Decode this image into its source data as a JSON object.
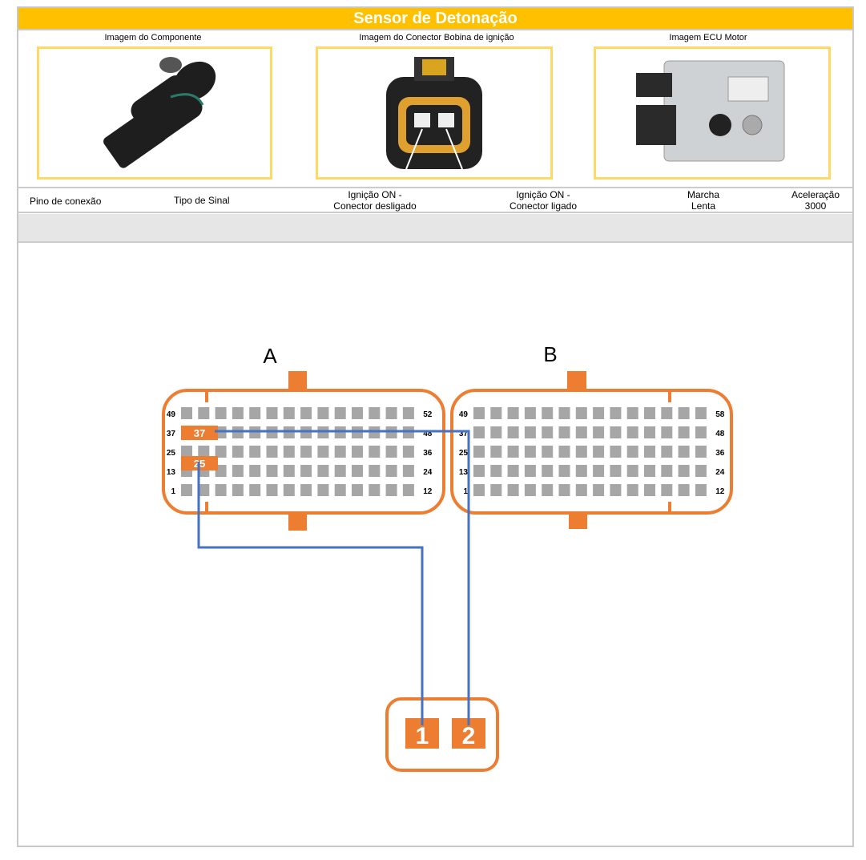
{
  "title": "Sensor de Detonação",
  "images": {
    "component": "Imagem do Componente",
    "connector": "Imagem do Conector Bobina de ignição",
    "ecu": "Imagem ECU Motor"
  },
  "table_header": {
    "pin": "Pino de conexão",
    "signal": "Tipo de Sinal",
    "ign_off_l1": "Ignição ON -",
    "ign_off_l2": "Conector desligado",
    "ign_on_l1": "Ignição ON -",
    "ign_on_l2": "Conector ligado",
    "idle_l1": "Marcha",
    "idle_l2": "Lenta",
    "acc_l1": "Aceleração",
    "acc_l2": "3000"
  },
  "diagram": {
    "connector_a": {
      "label": "A",
      "left_labels": [
        "49",
        "37",
        "25",
        "13",
        "1"
      ],
      "right_labels": [
        "52",
        "48",
        "36",
        "24",
        "12"
      ],
      "highlighted_pins": [
        "37",
        "25"
      ]
    },
    "connector_b": {
      "label": "B",
      "left_labels": [
        "49",
        "37",
        "25",
        "13",
        "1"
      ],
      "right_labels": [
        "58",
        "48",
        "36",
        "24",
        "12"
      ]
    },
    "sensor_pins": [
      "1",
      "2"
    ],
    "colors": {
      "orange": "#ED7D31",
      "wire": "#4472C4",
      "pin": "#A6A6A6"
    }
  }
}
